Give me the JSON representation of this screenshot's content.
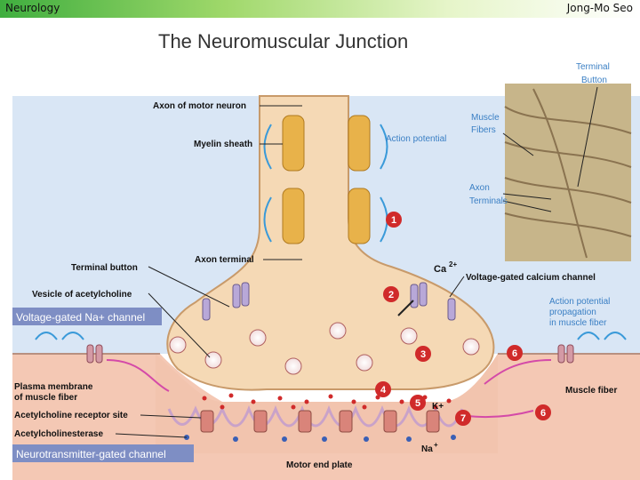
{
  "header": {
    "left": "Neurology",
    "right": "Jong-Mo Seo"
  },
  "title": "The Neuromuscular Junction",
  "photo_labels": {
    "terminal_button": [
      "Terminal",
      "Button"
    ],
    "muscle_fibers": [
      "Muscle",
      "Fibers"
    ],
    "axon_terminals": [
      "Axon",
      "Terminals"
    ]
  },
  "labels": {
    "axon_of_motor_neuron": "Axon of motor neuron",
    "myelin_sheath": "Myelin sheath",
    "action_potential": "Action potential",
    "terminal_button": "Terminal button",
    "axon_terminal": "Axon terminal",
    "vesicle_of_acetylcholine": "Vesicle of acetylcholine",
    "voltage_gated_na_channel": "Voltage-gated Na+ channel",
    "ca": "Ca",
    "ca_charge": "2+",
    "voltage_gated_calcium_channel": "Voltage-gated calcium channel",
    "action_potential_propagation": [
      "Action potential",
      "propagation",
      "in muscle fiber"
    ],
    "plasma_membrane": [
      "Plasma membrane",
      "of muscle fiber"
    ],
    "muscle_fiber": "Muscle fiber",
    "acetylcholine_receptor_site": "Acetylcholine receptor site",
    "acetylcholinesterase": "Acetylcholinesterase",
    "neurotransmitter_gated_channel": "Neurotransmitter-gated channel",
    "motor_end_plate": "Motor end plate",
    "k_plus": "K+",
    "na": "Na",
    "na_plus": "+"
  },
  "steps": [
    "1",
    "2",
    "3",
    "4",
    "5",
    "6",
    "6",
    "7"
  ],
  "colors": {
    "fluid": "#d9e6f5",
    "terminal": "#f5d9b5",
    "terminal_edge": "#c89a6a",
    "myelin": "#e8b24a",
    "muscle": "#f4c8b4",
    "step_marker": "#d02a2a",
    "label_box": "#7e8ec4",
    "arrow_pink": "#d44aa8",
    "arrow_blue": "#3a9ad9"
  }
}
